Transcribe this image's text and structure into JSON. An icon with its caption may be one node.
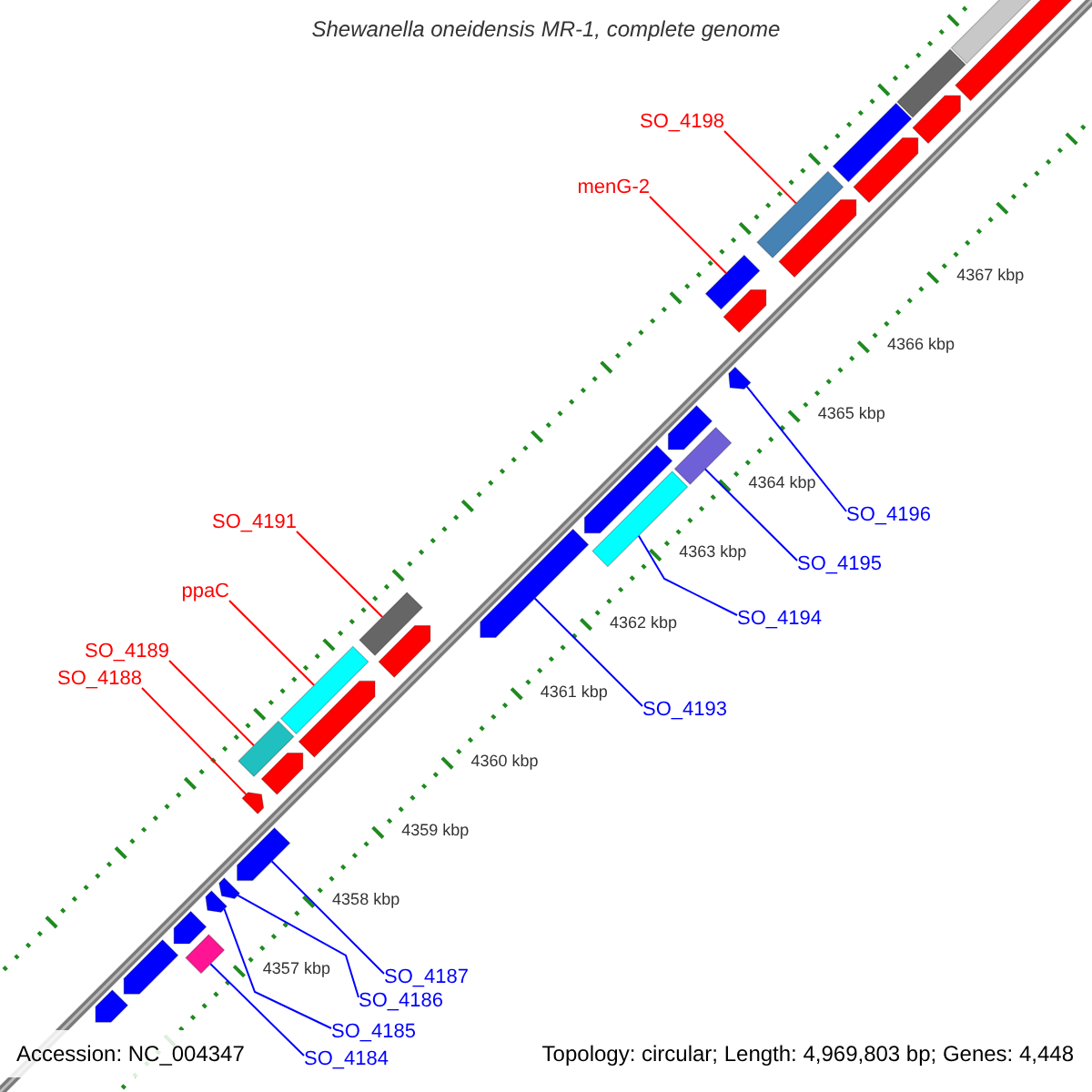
{
  "diagram": {
    "title": "Shewanella oneidensis MR-1, complete genome",
    "nodes": [
      {
        "text": [
          "SO_4198"
        ]
      },
      {
        "text": [
          "menG-2"
        ]
      },
      {
        "text": [
          "SO_4196"
        ]
      },
      {
        "text": [
          "SO_4191"
        ]
      },
      {
        "text": [
          "SO_4195"
        ]
      },
      {
        "text": [
          "ppaC"
        ]
      },
      {
        "text": [
          "SO_4194"
        ]
      },
      {
        "text": [
          "SO_4189"
        ]
      },
      {
        "text": [
          "SO_4188"
        ]
      },
      {
        "text": [
          "SO_4193"
        ]
      },
      {
        "text": [
          "SO_4187"
        ]
      },
      {
        "text": [
          "SO_4186"
        ]
      },
      {
        "text": [
          "SO_4185"
        ]
      },
      {
        "text": [
          "SO_4184"
        ]
      },
      {
        "text": [],
        "shape": "pentagon"
      },
      {
        "text": [],
        "shape": "pentagon"
      },
      {
        "text": [],
        "shape": "pentagon"
      },
      {
        "text": [],
        "shape": "pentagon"
      },
      {
        "text": [],
        "shape": "pentagon"
      },
      {
        "text": [],
        "shape": "pentagon"
      },
      {
        "text": [],
        "shape": "pentagon"
      },
      {
        "text": [],
        "shape": "pentagon"
      },
      {
        "text": [],
        "shape": "pentagon"
      },
      {
        "text": [],
        "shape": "box"
      },
      {
        "text": [],
        "shape": "box"
      },
      {
        "text": [],
        "shape": "box"
      },
      {
        "text": [],
        "shape": "box"
      },
      {
        "text": [],
        "shape": "box"
      },
      {
        "text": [],
        "shape": "box"
      },
      {
        "text": [],
        "shape": "box"
      },
      {
        "text": [],
        "shape": "box"
      },
      {
        "text": [],
        "shape": "pentagon"
      },
      {
        "text": [],
        "shape": "pentagon"
      },
      {
        "text": [],
        "shape": "pentagon"
      },
      {
        "text": [],
        "shape": "pentagon"
      },
      {
        "text": [],
        "shape": "pentagon"
      },
      {
        "text": [],
        "shape": "pentagon"
      },
      {
        "text": [],
        "shape": "pentagon"
      },
      {
        "text": [],
        "shape": "pentagon"
      },
      {
        "text": [],
        "shape": "pentagon"
      },
      {
        "text": [],
        "shape": "pentagon"
      },
      {
        "text": [],
        "shape": "box"
      },
      {
        "text": [],
        "shape": "box"
      },
      {
        "text": [],
        "shape": "box"
      }
    ],
    "edges": [
      {
        "from": 0,
        "to": 27,
        "arrow": "none",
        "color": "#ff0000"
      },
      {
        "from": 1,
        "to": 26,
        "arrow": "none",
        "color": "#ff0000"
      },
      {
        "from": 2,
        "to": 34,
        "arrow": "none"
      },
      {
        "from": 3,
        "to": 25,
        "arrow": "none",
        "color": "#ff0000"
      },
      {
        "from": 4,
        "to": 42,
        "arrow": "none"
      },
      {
        "from": 5,
        "to": 24,
        "arrow": "none",
        "color": "#ff0000"
      },
      {
        "from": 6,
        "to": 41,
        "arrow": "none"
      },
      {
        "from": 7,
        "to": 23,
        "arrow": "none",
        "color": "#ff0000"
      },
      {
        "from": 8,
        "to": 14,
        "arrow": "none",
        "color": "#ff0000"
      },
      {
        "from": 9,
        "to": 31,
        "arrow": "none"
      },
      {
        "from": 10,
        "to": 35,
        "arrow": "none"
      },
      {
        "from": 11,
        "to": 36,
        "arrow": "none"
      },
      {
        "from": 12,
        "to": 37,
        "arrow": "none"
      },
      {
        "from": 13,
        "to": 43,
        "arrow": "none"
      }
    ],
    "labels": [
      "4367 kbp",
      "4366 kbp",
      "4365 kbp",
      "4364 kbp",
      "4363 kbp",
      "4362 kbp",
      "4361 kbp",
      "4360 kbp",
      "4359 kbp",
      "4358 kbp",
      "4357 kbp",
      "Accession: NC_004347",
      "Topology: circular; Length: 4,969,803 bp; Genes: 4,448"
    ]
  }
}
